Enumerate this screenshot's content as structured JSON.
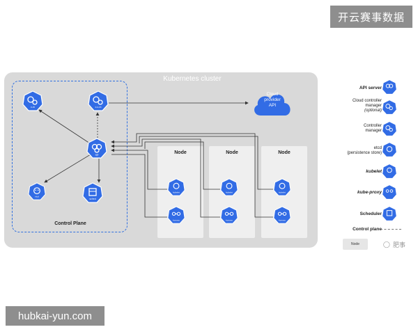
{
  "watermarks": {
    "top": "开云赛事数据",
    "bottom": "hubkai-yun.com",
    "corner": "肥事"
  },
  "cluster": {
    "title": "Kubernetes cluster"
  },
  "control_plane": {
    "label": "Control Plane",
    "components": [
      {
        "id": "c-m",
        "label": "c-m"
      },
      {
        "id": "c-c-m",
        "label": "c-c-m"
      },
      {
        "id": "api",
        "label": "api"
      },
      {
        "id": "sched",
        "label": "sched"
      },
      {
        "id": "etcd",
        "label": "etcd"
      }
    ]
  },
  "cloud": {
    "line1": "Cloud",
    "line2": "provider",
    "line3": "API"
  },
  "nodes": [
    {
      "label": "Node",
      "kubelet": "kubelet",
      "proxy": "k-proxy"
    },
    {
      "label": "Node",
      "kubelet": "kubelet",
      "proxy": "k-proxy"
    },
    {
      "label": "Node",
      "kubelet": "kubelet",
      "proxy": "k-proxy"
    }
  ],
  "legend": {
    "api_server": "API server",
    "ccm_1": "Cloud controller",
    "ccm_2": "manager",
    "ccm_3": "(optional)",
    "cm_1": "Controller",
    "cm_2": "manager",
    "etcd_1": "etcd",
    "etcd_2": "(persistence store)",
    "kubelet": "kubelet",
    "kube_proxy": "kube-proxy",
    "scheduler": "Scheduler",
    "control_plane": "Control plane",
    "node": "Node"
  },
  "colors": {
    "k8s_blue": "#326ce5",
    "cluster_bg": "#d9d9d9",
    "dash_blue": "#2f6fe0"
  }
}
